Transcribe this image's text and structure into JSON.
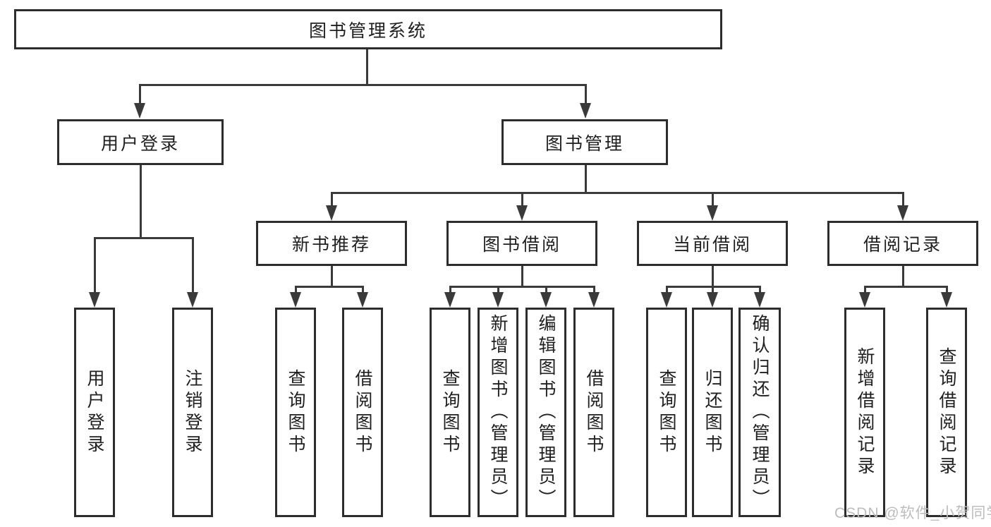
{
  "tree": {
    "root": {
      "label": "图书管理系统",
      "children": [
        {
          "label": "用户登录",
          "children": [
            {
              "label": "用户登录"
            },
            {
              "label": "注销登录"
            }
          ]
        },
        {
          "label": "图书管理",
          "children": [
            {
              "label": "新书推荐",
              "children": [
                {
                  "label": "查询图书"
                },
                {
                  "label": "借阅图书"
                }
              ]
            },
            {
              "label": "图书借阅",
              "children": [
                {
                  "label": "查询图书"
                },
                {
                  "label": "新增图书（管理员）"
                },
                {
                  "label": "编辑图书（管理员）"
                },
                {
                  "label": "借阅图书"
                }
              ]
            },
            {
              "label": "当前借阅",
              "children": [
                {
                  "label": "查询图书"
                },
                {
                  "label": "归还图书"
                },
                {
                  "label": "确认归还（管理员）"
                }
              ]
            },
            {
              "label": "借阅记录",
              "children": [
                {
                  "label": "新增借阅记录"
                },
                {
                  "label": "查询借阅记录"
                }
              ]
            }
          ]
        }
      ]
    }
  },
  "watermark": {
    "text": "CSDN @软件_小贺同学"
  },
  "colors": {
    "line": "#3a3a3a",
    "box_border": "#2d2d2d",
    "box_fill": "#ffffff",
    "text": "#1f1f1f",
    "watermark": "#bdbdbd",
    "background": "#ffffff"
  }
}
